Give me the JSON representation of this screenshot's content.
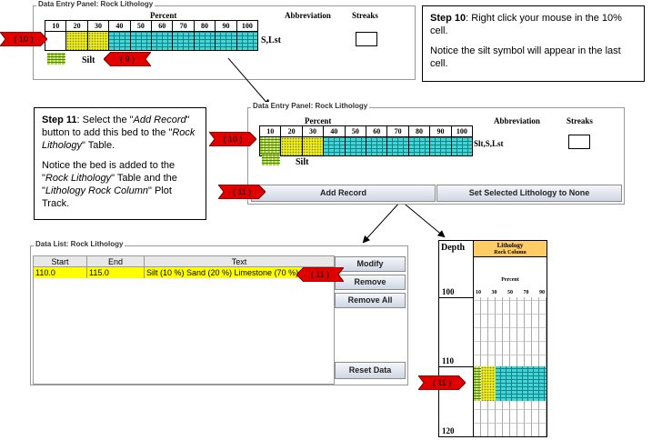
{
  "panel1": {
    "title": "Data Entry Panel: Rock Lithology",
    "percent_label": "Percent",
    "abbreviation_label": "Abbreviation",
    "streaks_label": "Streaks",
    "percents": [
      "10",
      "20",
      "30",
      "40",
      "50",
      "60",
      "70",
      "80",
      "90",
      "100"
    ],
    "abbreviation_value": "S,Lst",
    "silt_label": "Silt",
    "tag_10": "( 10 )",
    "tag_9": "( 9 )"
  },
  "step10": {
    "bold": "Step 10",
    "text1": ": Right click your mouse in the 10% cell.",
    "text2": "Notice the silt symbol will appear in the last cell."
  },
  "panel2": {
    "title": "Data Entry Panel: Rock Lithology",
    "percent_label": "Percent",
    "abbreviation_label": "Abbreviation",
    "streaks_label": "Streaks",
    "percents": [
      "10",
      "20",
      "30",
      "40",
      "50",
      "60",
      "70",
      "80",
      "90",
      "100"
    ],
    "abbreviation_value": "Slt,S,Lst",
    "silt_label": "Silt",
    "add_record": "Add Record",
    "set_none": "Set Selected Lithology to None",
    "tag_10": "( 10 )",
    "tag_11": "( 11 )"
  },
  "step11": {
    "bold": "Step 11",
    "t1": ": Select the \"",
    "i1": "Add Record",
    "t2": "\" button to add this bed to the \"",
    "i2": "Rock Lithology",
    "t3": "\" Table.",
    "t4": "Notice the bed is added to the \"",
    "i3": "Rock Lithology",
    "t5": "\" Table and the \"",
    "i4": "Lithology Rock Column",
    "t6": "\" Plot Track."
  },
  "datalist": {
    "title": "Data List: Rock Lithology",
    "headers": [
      "Start",
      "End",
      "Text"
    ],
    "row": {
      "start": "110.0",
      "end": "115.0",
      "text": "Silt (10 %) Sand (20 %) Limestone (70 %)"
    },
    "buttons": {
      "modify": "Modify",
      "remove": "Remove",
      "remove_all": "Remove All",
      "reset": "Reset Data"
    },
    "tag_11": "( 11 )"
  },
  "plot": {
    "depth_label": "Depth",
    "lithology_label": "Lithology",
    "rock_column_label": "Rock Column",
    "percent_label": "Percent",
    "ticks": [
      "10",
      "30",
      "50",
      "70",
      "90"
    ],
    "depth_100": "100",
    "depth_110": "110",
    "depth_120": "120",
    "tag_11": "( 11 )"
  },
  "colors": {
    "highlight": "#ffff00",
    "tag_red": "#e00000",
    "header_orange": "#ffcc66"
  }
}
